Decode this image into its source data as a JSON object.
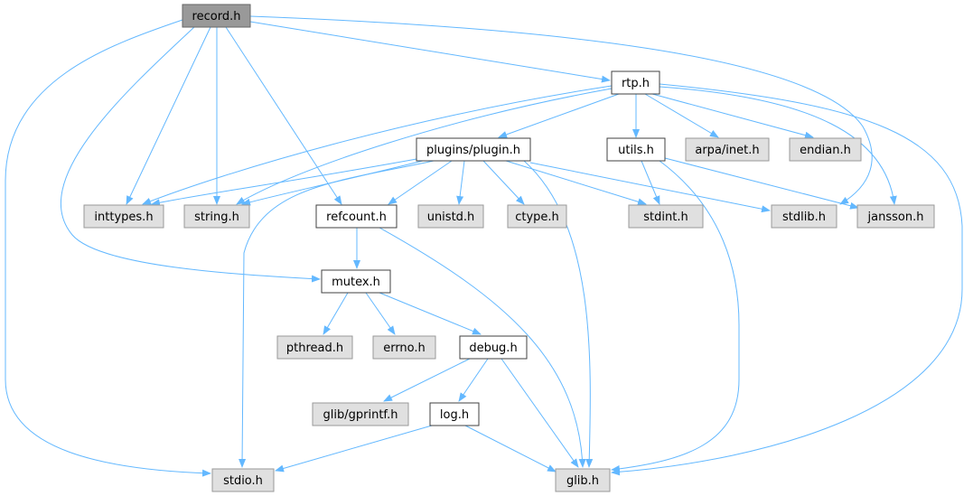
{
  "diagram": {
    "colors": {
      "root_fill": "#999999",
      "root_border": "#666666",
      "project_fill": "#ffffff",
      "project_border": "#404040",
      "external_fill": "#e0e0e0",
      "external_border": "#999999",
      "edge": "#63b8ff"
    },
    "nodes": [
      {
        "id": "record",
        "label": "record.h",
        "kind": "root"
      },
      {
        "id": "rtp",
        "label": "rtp.h",
        "kind": "project"
      },
      {
        "id": "plugin",
        "label": "plugins/plugin.h",
        "kind": "project"
      },
      {
        "id": "utils",
        "label": "utils.h",
        "kind": "project"
      },
      {
        "id": "arpa",
        "label": "arpa/inet.h",
        "kind": "external"
      },
      {
        "id": "endian",
        "label": "endian.h",
        "kind": "external"
      },
      {
        "id": "inttypes",
        "label": "inttypes.h",
        "kind": "external"
      },
      {
        "id": "string",
        "label": "string.h",
        "kind": "external"
      },
      {
        "id": "refcount",
        "label": "refcount.h",
        "kind": "project"
      },
      {
        "id": "unistd",
        "label": "unistd.h",
        "kind": "external"
      },
      {
        "id": "ctype",
        "label": "ctype.h",
        "kind": "external"
      },
      {
        "id": "stdint",
        "label": "stdint.h",
        "kind": "external"
      },
      {
        "id": "stdlib",
        "label": "stdlib.h",
        "kind": "external"
      },
      {
        "id": "jansson",
        "label": "jansson.h",
        "kind": "external"
      },
      {
        "id": "mutex",
        "label": "mutex.h",
        "kind": "project"
      },
      {
        "id": "pthread",
        "label": "pthread.h",
        "kind": "external"
      },
      {
        "id": "errno",
        "label": "errno.h",
        "kind": "external"
      },
      {
        "id": "debug",
        "label": "debug.h",
        "kind": "project"
      },
      {
        "id": "gprintf",
        "label": "glib/gprintf.h",
        "kind": "external"
      },
      {
        "id": "log",
        "label": "log.h",
        "kind": "project"
      },
      {
        "id": "stdio",
        "label": "stdio.h",
        "kind": "external"
      },
      {
        "id": "glib",
        "label": "glib.h",
        "kind": "external"
      }
    ],
    "edges": [
      {
        "from": "record",
        "to": "stdio"
      },
      {
        "from": "record",
        "to": "mutex"
      },
      {
        "from": "record",
        "to": "inttypes"
      },
      {
        "from": "record",
        "to": "string"
      },
      {
        "from": "record",
        "to": "refcount"
      },
      {
        "from": "record",
        "to": "rtp"
      },
      {
        "from": "record",
        "to": "stdlib"
      },
      {
        "from": "rtp",
        "to": "inttypes"
      },
      {
        "from": "rtp",
        "to": "string"
      },
      {
        "from": "rtp",
        "to": "plugin"
      },
      {
        "from": "rtp",
        "to": "utils"
      },
      {
        "from": "rtp",
        "to": "arpa"
      },
      {
        "from": "rtp",
        "to": "endian"
      },
      {
        "from": "rtp",
        "to": "jansson"
      },
      {
        "from": "rtp",
        "to": "glib"
      },
      {
        "from": "plugin",
        "to": "inttypes"
      },
      {
        "from": "plugin",
        "to": "string"
      },
      {
        "from": "plugin",
        "to": "stdio"
      },
      {
        "from": "plugin",
        "to": "refcount"
      },
      {
        "from": "plugin",
        "to": "unistd"
      },
      {
        "from": "plugin",
        "to": "ctype"
      },
      {
        "from": "plugin",
        "to": "stdint"
      },
      {
        "from": "plugin",
        "to": "stdlib"
      },
      {
        "from": "plugin",
        "to": "glib"
      },
      {
        "from": "utils",
        "to": "stdint"
      },
      {
        "from": "utils",
        "to": "jansson"
      },
      {
        "from": "utils",
        "to": "glib"
      },
      {
        "from": "refcount",
        "to": "mutex"
      },
      {
        "from": "refcount",
        "to": "glib"
      },
      {
        "from": "mutex",
        "to": "pthread"
      },
      {
        "from": "mutex",
        "to": "errno"
      },
      {
        "from": "mutex",
        "to": "debug"
      },
      {
        "from": "debug",
        "to": "gprintf"
      },
      {
        "from": "debug",
        "to": "log"
      },
      {
        "from": "debug",
        "to": "glib"
      },
      {
        "from": "log",
        "to": "stdio"
      },
      {
        "from": "log",
        "to": "glib"
      }
    ]
  }
}
